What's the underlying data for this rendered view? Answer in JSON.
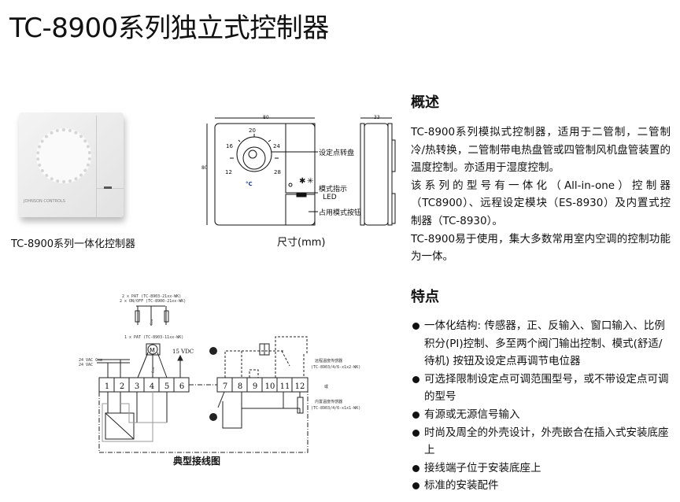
{
  "title": "TC-8900系列独立式控制器",
  "overview": {
    "heading": "概述",
    "paragraphs": [
      "TC-8900系列模拟式控制器，适用于二管制，二管制冷/热转换，二管制带电热盘管或四管制风机盘管装置的温度控制。亦适用于湿度控制。",
      "该系列的型号有一体化（All-in-one）控制器（TC8900）、远程设定模块（ES-8930）及内置式控制器（TC-8930）。",
      "TC-8900易于使用，集大多数常用室内空调的控制功能为一体。"
    ]
  },
  "features": {
    "heading": "特点",
    "items": [
      "一体化结构: 传感器，正、反输入、窗口输入、比例积分(PI)控制、多至两个阀门输出控制、模式(舒适/待机) 按钮及设定点再调节电位器",
      "可选择限制设定点可调范围型号，或不带设定点可调的型号",
      "有源或无源信号输入",
      "时尚及周全的外壳设计，外壳嵌合在插入式安装底座上",
      "接线端子位于安装底座上",
      "标准的安装配件"
    ]
  },
  "photo": {
    "caption": "TC-8900系列一体化控制器",
    "logo": "JOHNSON CONTROLS"
  },
  "dimensions": {
    "caption": "尺寸(mm)",
    "width": "80",
    "height": "80",
    "depth": "33",
    "scale": [
      "20",
      "16",
      "24",
      "12",
      "28"
    ],
    "unit": "°C",
    "label_dial": "设定点转盘",
    "label_led_1": "模式指示",
    "label_led_2": "LED",
    "label_button": "占用模式按钮"
  },
  "wiring": {
    "caption": "典型接线图",
    "valve_2x_pat": "2 x PAT (TC-8903-21xx-WK)",
    "valve_2x_onoff": "2 x ON/OFF (TC-8900-21xx-WK)",
    "valve_1x_pat": "1 x PAT (TC-8903-11xx-WK)",
    "com": "Com",
    "motor": "M",
    "vdc": "15 VDC",
    "vac_com": "24 VAC Com",
    "vac": "24 VAC",
    "terminals": [
      "1",
      "2",
      "3",
      "4",
      "5",
      "6",
      "7",
      "8",
      "9",
      "10",
      "11",
      "12"
    ],
    "remote_sensor": "远程温度传感器",
    "remote_model": "(TC-8903/4/6-x1x2-WK)",
    "or": "或",
    "internal_sensor": "内置温度传感器",
    "internal_model": "(TC-8903/4/6-x1x1-WK)"
  }
}
